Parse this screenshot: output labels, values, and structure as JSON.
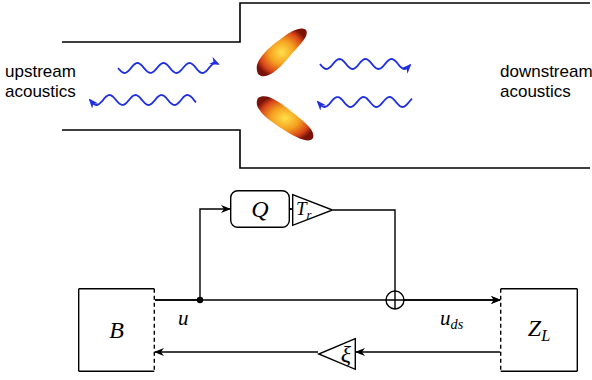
{
  "diagram": {
    "nodes": [
      {
        "text": [
          "B"
        ]
      },
      {
        "text": [
          "Q"
        ]
      },
      {
        "text": [
          "Tr"
        ]
      },
      {
        "text": [
          "ZL"
        ]
      },
      {
        "text": [
          "ξ"
        ]
      }
    ],
    "edges": [
      {
        "from": 0,
        "to": 1,
        "arrow": "to"
      },
      {
        "from": 1,
        "to": 2,
        "arrow": "to"
      },
      {
        "from": 0,
        "to": 3,
        "arrow": "to"
      },
      {
        "from": 2,
        "to": 3,
        "arrow": "to"
      },
      {
        "from": 3,
        "to": 4,
        "arrow": "to"
      },
      {
        "from": 4,
        "to": 0,
        "arrow": "to"
      }
    ],
    "labels": [
      "upstream acoustics",
      "downstream acoustics",
      "u",
      "uds"
    ]
  }
}
